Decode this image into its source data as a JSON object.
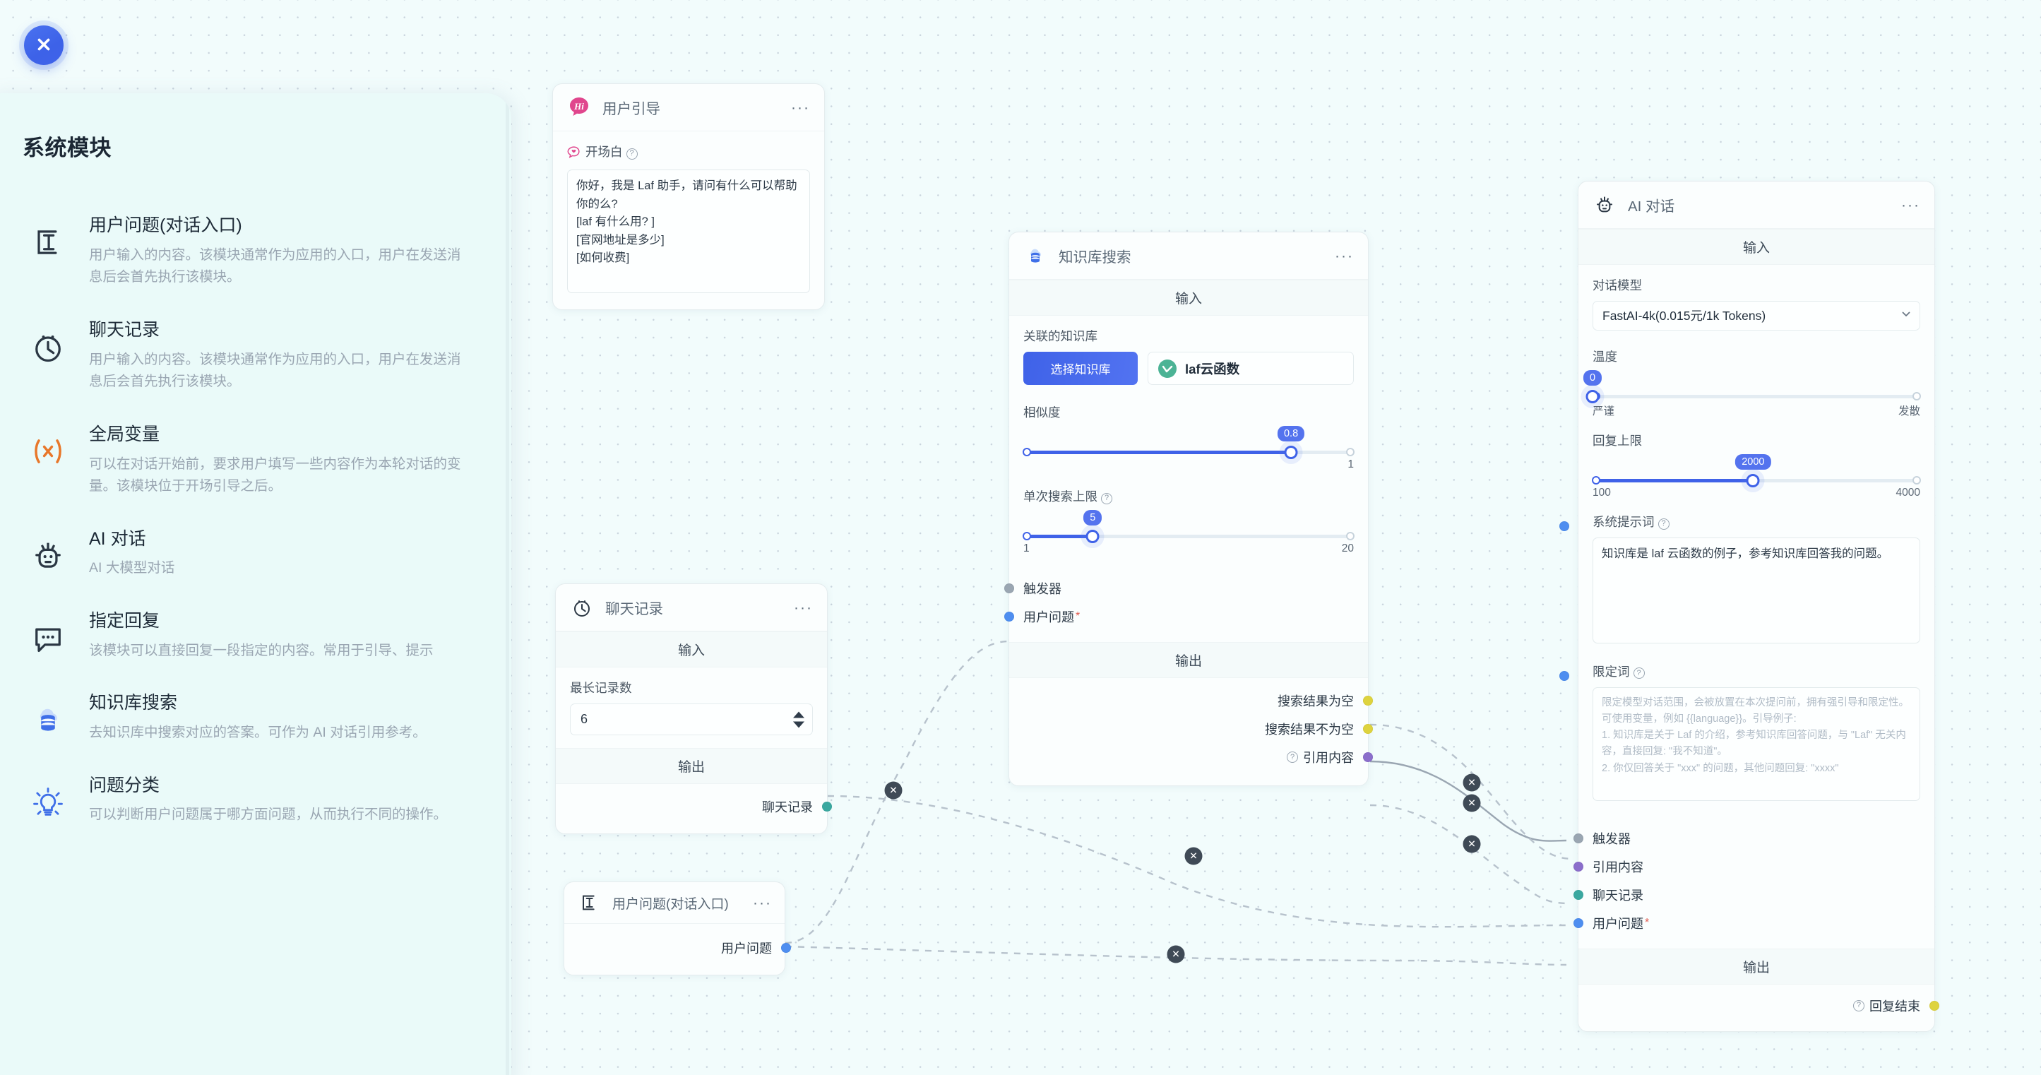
{
  "close_button": {
    "icon": "close-icon"
  },
  "sidebar": {
    "title": "系统模块",
    "items": [
      {
        "icon": "text-cursor-icon",
        "name": "用户问题(对话入口)",
        "desc": "用户输入的内容。该模块通常作为应用的入口，用户在发送消息后会首先执行该模块。"
      },
      {
        "icon": "clock-history-icon",
        "name": "聊天记录",
        "desc": "用户输入的内容。该模块通常作为应用的入口，用户在发送消息后会首先执行该模块。"
      },
      {
        "icon": "variable-x-icon",
        "name": "全局变量",
        "desc": "可以在对话开始前，要求用户填写一些内容作为本轮对话的变量。该模块位于开场引导之后。"
      },
      {
        "icon": "robot-icon",
        "name": "AI 对话",
        "desc": "AI 大模型对话"
      },
      {
        "icon": "chat-bubble-icon",
        "name": "指定回复",
        "desc": "该模块可以直接回复一段指定的内容。常用于引导、提示"
      },
      {
        "icon": "database-cloud-icon",
        "name": "知识库搜索",
        "desc": "去知识库中搜索对应的答案。可作为 AI 对话引用参考。"
      },
      {
        "icon": "lightbulb-icon",
        "name": "问题分类",
        "desc": "可以判断用户问题属于哪方面问题，从而执行不同的操作。"
      }
    ]
  },
  "nodes": {
    "user_guide": {
      "icon": "hi-badge-icon",
      "title": "用户引导",
      "menu": "···",
      "field_label": "开场白",
      "field_help": "?",
      "field_icon": "heart-chat-icon",
      "value": "你好，我是 Laf 助手，请问有什么可以帮助你的么?\n[laf 有什么用? ]\n[官网地址是多少]\n[如何收费]"
    },
    "chat_history": {
      "icon": "clock-history-icon",
      "title": "聊天记录",
      "menu": "···",
      "input_band": "输入",
      "output_band": "输出",
      "field_label": "最长记录数",
      "value": "6",
      "outputs": [
        {
          "label": "聊天记录",
          "color": "#3aa8a0"
        }
      ]
    },
    "user_question": {
      "icon": "text-cursor-icon",
      "title": "用户问题(对话入口)",
      "menu": "···",
      "outputs": [
        {
          "label": "用户问题",
          "color": "#4e8ef0"
        }
      ]
    },
    "kb_search": {
      "icon": "database-cloud-icon",
      "title": "知识库搜索",
      "menu": "···",
      "input_band": "输入",
      "output_band": "输出",
      "kb_label": "关联的知识库",
      "select_kb_button": "选择知识库",
      "kb_tag": "laf云函数",
      "similarity_label": "相似度",
      "similarity_value": "0.8",
      "similarity_min": "",
      "similarity_max": "1",
      "limit_label": "单次搜索上限",
      "limit_help": "?",
      "limit_value": "5",
      "limit_min": "1",
      "limit_max": "20",
      "inputs": [
        {
          "label": "触发器",
          "color": "#9aa6b2",
          "required": false
        },
        {
          "label": "用户问题",
          "color": "#4e8ef0",
          "required": true
        }
      ],
      "outputs": [
        {
          "label": "搜索结果为空",
          "color": "#ded33e",
          "help": false
        },
        {
          "label": "搜索结果不为空",
          "color": "#ded33e",
          "help": false
        },
        {
          "label": "引用内容",
          "color": "#8b6ecb",
          "help": true
        }
      ]
    },
    "ai_chat": {
      "icon": "robot-icon",
      "title": "AI 对话",
      "menu": "···",
      "input_band": "输入",
      "output_band": "输出",
      "model_label": "对话模型",
      "model_value": "FastAI-4k(0.015元/1k Tokens)",
      "temp_label": "温度",
      "temp_value": "0",
      "temp_left": "严谨",
      "temp_right": "发散",
      "max_label": "回复上限",
      "max_value": "2000",
      "max_min": "100",
      "max_max": "4000",
      "prompt_label": "系统提示词",
      "prompt_help": "?",
      "prompt_value": "知识库是 laf 云函数的例子，参考知识库回答我的问题。",
      "limit_label": "限定词",
      "limit_help": "?",
      "limit_placeholder": "限定模型对话范围，会被放置在本次提问前，拥有强引导和限定性。可使用变量，例如 {{language}}。引导例子:\n1. 知识库是关于 Laf 的介绍，参考知识库回答问题，与 \"Laf\" 无关内容，直接回复: \"我不知道\"。\n2. 你仅回答关于 \"xxx\" 的问题，其他问题回复: \"xxxx\"",
      "inputs": [
        {
          "label": "触发器",
          "color": "#9aa6b2",
          "required": false
        },
        {
          "label": "引用内容",
          "color": "#8b6ecb",
          "required": false
        },
        {
          "label": "聊天记录",
          "color": "#3aa8a0",
          "required": false
        },
        {
          "label": "用户问题",
          "color": "#4e8ef0",
          "required": true
        }
      ],
      "outputs": [
        {
          "label": "回复结束",
          "color": "#ded33e",
          "help": true
        }
      ]
    }
  },
  "edge_delete_label": "✕",
  "colors": {
    "accent": "#3f62e8",
    "canvas": "#f2fcfc",
    "panel": "#eafaf9",
    "node_bg": "#fbfefe",
    "yellow_port": "#ded33e",
    "purple_port": "#8b6ecb",
    "teal_port": "#3aa8a0",
    "blue_port": "#4e8ef0",
    "gray_port": "#9aa6b2"
  }
}
